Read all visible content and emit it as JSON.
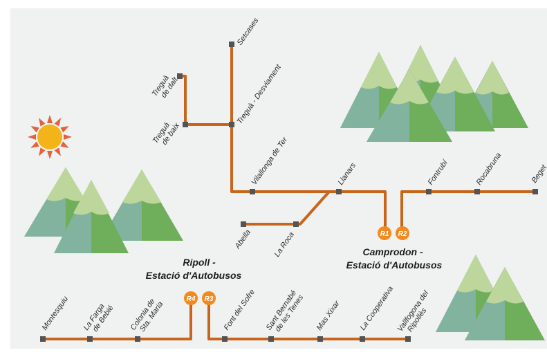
{
  "colors": {
    "route": "#c8651b",
    "stop": "#545454",
    "badge": "#f28a1e",
    "sun": "#f2b418",
    "sun_rays": "#e2623f"
  },
  "hubs": {
    "ripoll": [
      "Ripoll -",
      "Estació d'Autobusos"
    ],
    "camprodon": [
      "Camprodon -",
      "Estació d'Autobusos"
    ]
  },
  "routes": {
    "r1": "R1",
    "r2": "R2",
    "r3": "R3",
    "r4": "R4"
  },
  "stops": {
    "setcases": "Setcases",
    "tregura_dalt": [
      "Treguà",
      "de dalt"
    ],
    "tregura_baix": [
      "Treguà",
      "de baix"
    ],
    "tregura_desviament": "Treguà - Desviament",
    "vilallonga": "Vilallonga de Ter",
    "llanars": "Llanars",
    "abella": "Abella",
    "la_roca": "La Roca",
    "fontrubi": "Fontrubí",
    "rocabruna": "Rocabruna",
    "beget": "Beget",
    "montesquiu": "Montesquiu",
    "la_farga": [
      "La Farga",
      "de Bebié"
    ],
    "colonia": [
      "Colonia de",
      "Sta. Maria"
    ],
    "font_sofre": "Font del Sofre",
    "sant_bernabe": [
      "Sant Bernabé",
      "de les Tenes"
    ],
    "mas_xixar": "Mas Xixar",
    "la_cooperativa": "La Cooperativa",
    "vallfogona": [
      "Vallfogona del",
      "Ripollès"
    ]
  }
}
